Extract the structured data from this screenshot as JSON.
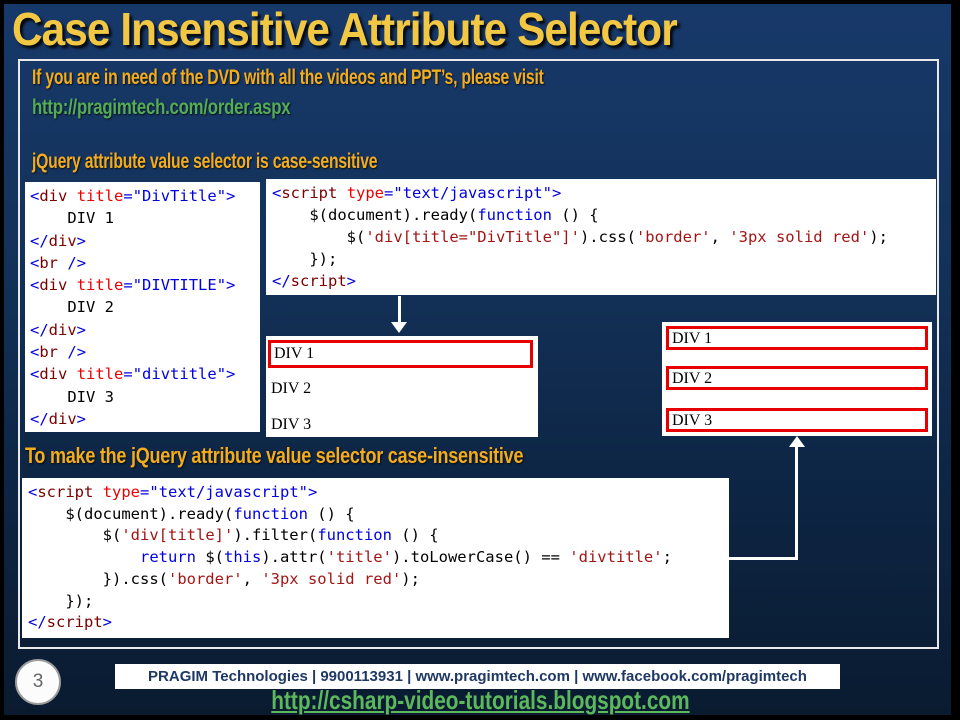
{
  "title": "Case Insensitive Attribute Selector",
  "intro": {
    "dvd_line": "If you are in need of the DVD with all the videos and PPT’s, please visit",
    "order_link": "http://pragimtech.com/order.aspx",
    "case_sensitive_line": "jQuery attribute value selector is case-sensitive",
    "case_insensitive_line": "To make the jQuery attribute value selector case-insensitive"
  },
  "code_blocks": {
    "html_markup": {
      "lines": [
        [
          [
            "pun",
            "<"
          ],
          [
            "tag",
            "div"
          ],
          [
            "pln",
            " "
          ],
          [
            "attr",
            "title"
          ],
          [
            "pun",
            "="
          ],
          [
            "val",
            "\"DivTitle\""
          ],
          [
            "pun",
            ">"
          ]
        ],
        [
          [
            "pln",
            "    DIV 1"
          ]
        ],
        [
          [
            "pun",
            "</"
          ],
          [
            "tag",
            "div"
          ],
          [
            "pun",
            ">"
          ]
        ],
        [
          [
            "pun",
            "<"
          ],
          [
            "tag",
            "br"
          ],
          [
            "pln",
            " "
          ],
          [
            "pun",
            "/>"
          ]
        ],
        [
          [
            "pun",
            "<"
          ],
          [
            "tag",
            "div"
          ],
          [
            "pln",
            " "
          ],
          [
            "attr",
            "title"
          ],
          [
            "pun",
            "="
          ],
          [
            "val",
            "\"DIVTITLE\""
          ],
          [
            "pun",
            ">"
          ]
        ],
        [
          [
            "pln",
            "    DIV 2"
          ]
        ],
        [
          [
            "pun",
            "</"
          ],
          [
            "tag",
            "div"
          ],
          [
            "pun",
            ">"
          ]
        ],
        [
          [
            "pun",
            "<"
          ],
          [
            "tag",
            "br"
          ],
          [
            "pln",
            " "
          ],
          [
            "pun",
            "/>"
          ]
        ],
        [
          [
            "pun",
            "<"
          ],
          [
            "tag",
            "div"
          ],
          [
            "pln",
            " "
          ],
          [
            "attr",
            "title"
          ],
          [
            "pun",
            "="
          ],
          [
            "val",
            "\"divtitle\""
          ],
          [
            "pun",
            ">"
          ]
        ],
        [
          [
            "pln",
            "    DIV 3"
          ]
        ],
        [
          [
            "pun",
            "</"
          ],
          [
            "tag",
            "div"
          ],
          [
            "pun",
            ">"
          ]
        ]
      ]
    },
    "script_case_sensitive": {
      "lines": [
        [
          [
            "pun",
            "<"
          ],
          [
            "tag",
            "script"
          ],
          [
            "pln",
            " "
          ],
          [
            "attr",
            "type"
          ],
          [
            "pun",
            "="
          ],
          [
            "val",
            "\"text/javascript\""
          ],
          [
            "pun",
            ">"
          ]
        ],
        [
          [
            "pln",
            "    $(document).ready("
          ],
          [
            "kw",
            "function"
          ],
          [
            "pln",
            " () {"
          ]
        ],
        [
          [
            "pln",
            "        $("
          ],
          [
            "str",
            "'div[title=\"DivTitle\"]'"
          ],
          [
            "pln",
            ").css("
          ],
          [
            "str",
            "'border'"
          ],
          [
            "pln",
            ", "
          ],
          [
            "str",
            "'3px solid red'"
          ],
          [
            "pln",
            ");"
          ]
        ],
        [
          [
            "pln",
            "    });"
          ]
        ],
        [
          [
            "pun",
            "</"
          ],
          [
            "tag",
            "script"
          ],
          [
            "pun",
            ">"
          ]
        ]
      ]
    },
    "script_case_insensitive": {
      "lines": [
        [
          [
            "pun",
            "<"
          ],
          [
            "tag",
            "script"
          ],
          [
            "pln",
            " "
          ],
          [
            "attr",
            "type"
          ],
          [
            "pun",
            "="
          ],
          [
            "val",
            "\"text/javascript\""
          ],
          [
            "pun",
            ">"
          ]
        ],
        [
          [
            "pln",
            "    $(document).ready("
          ],
          [
            "kw",
            "function"
          ],
          [
            "pln",
            " () {"
          ]
        ],
        [
          [
            "pln",
            "        $("
          ],
          [
            "str",
            "'div[title]'"
          ],
          [
            "pln",
            ").filter("
          ],
          [
            "kw",
            "function"
          ],
          [
            "pln",
            " () {"
          ]
        ],
        [
          [
            "pln",
            "            "
          ],
          [
            "kw",
            "return"
          ],
          [
            "pln",
            " $("
          ],
          [
            "kw",
            "this"
          ],
          [
            "pln",
            ").attr("
          ],
          [
            "str",
            "'title'"
          ],
          [
            "pln",
            ").toLowerCase() == "
          ],
          [
            "str",
            "'divtitle'"
          ],
          [
            "pln",
            ";"
          ]
        ],
        [
          [
            "pln",
            "        }).css("
          ],
          [
            "str",
            "'border'"
          ],
          [
            "pln",
            ", "
          ],
          [
            "str",
            "'3px solid red'"
          ],
          [
            "pln",
            ");"
          ]
        ],
        [
          [
            "pln",
            "    });"
          ]
        ],
        [
          [
            "pun",
            "</"
          ],
          [
            "tag",
            "script"
          ],
          [
            "pun",
            ">"
          ]
        ]
      ]
    }
  },
  "result_boxes": {
    "case_sensitive": {
      "items": [
        {
          "label": "DIV 1",
          "bordered": true
        },
        {
          "label": "DIV 2",
          "bordered": false
        },
        {
          "label": "DIV 3",
          "bordered": false
        }
      ]
    },
    "case_insensitive": {
      "items": [
        {
          "label": "DIV 1",
          "bordered": true
        },
        {
          "label": "DIV 2",
          "bordered": true
        },
        {
          "label": "DIV 3",
          "bordered": true
        }
      ]
    }
  },
  "footer": {
    "slide_number": "3",
    "info_bar": "PRAGIM Technologies | 9900113931 | www.pragimtech.com | www.facebook.com/pragimtech",
    "blog_link": "http://csharp-video-tutorials.blogspot.com"
  },
  "colors": {
    "title_gold": "#f2c744",
    "body_gold": "#f2ac1e",
    "link_green": "#5cb85c",
    "result_border_red": "#e80000",
    "footer_navy": "#1f3864",
    "background_navy": "#133158"
  }
}
